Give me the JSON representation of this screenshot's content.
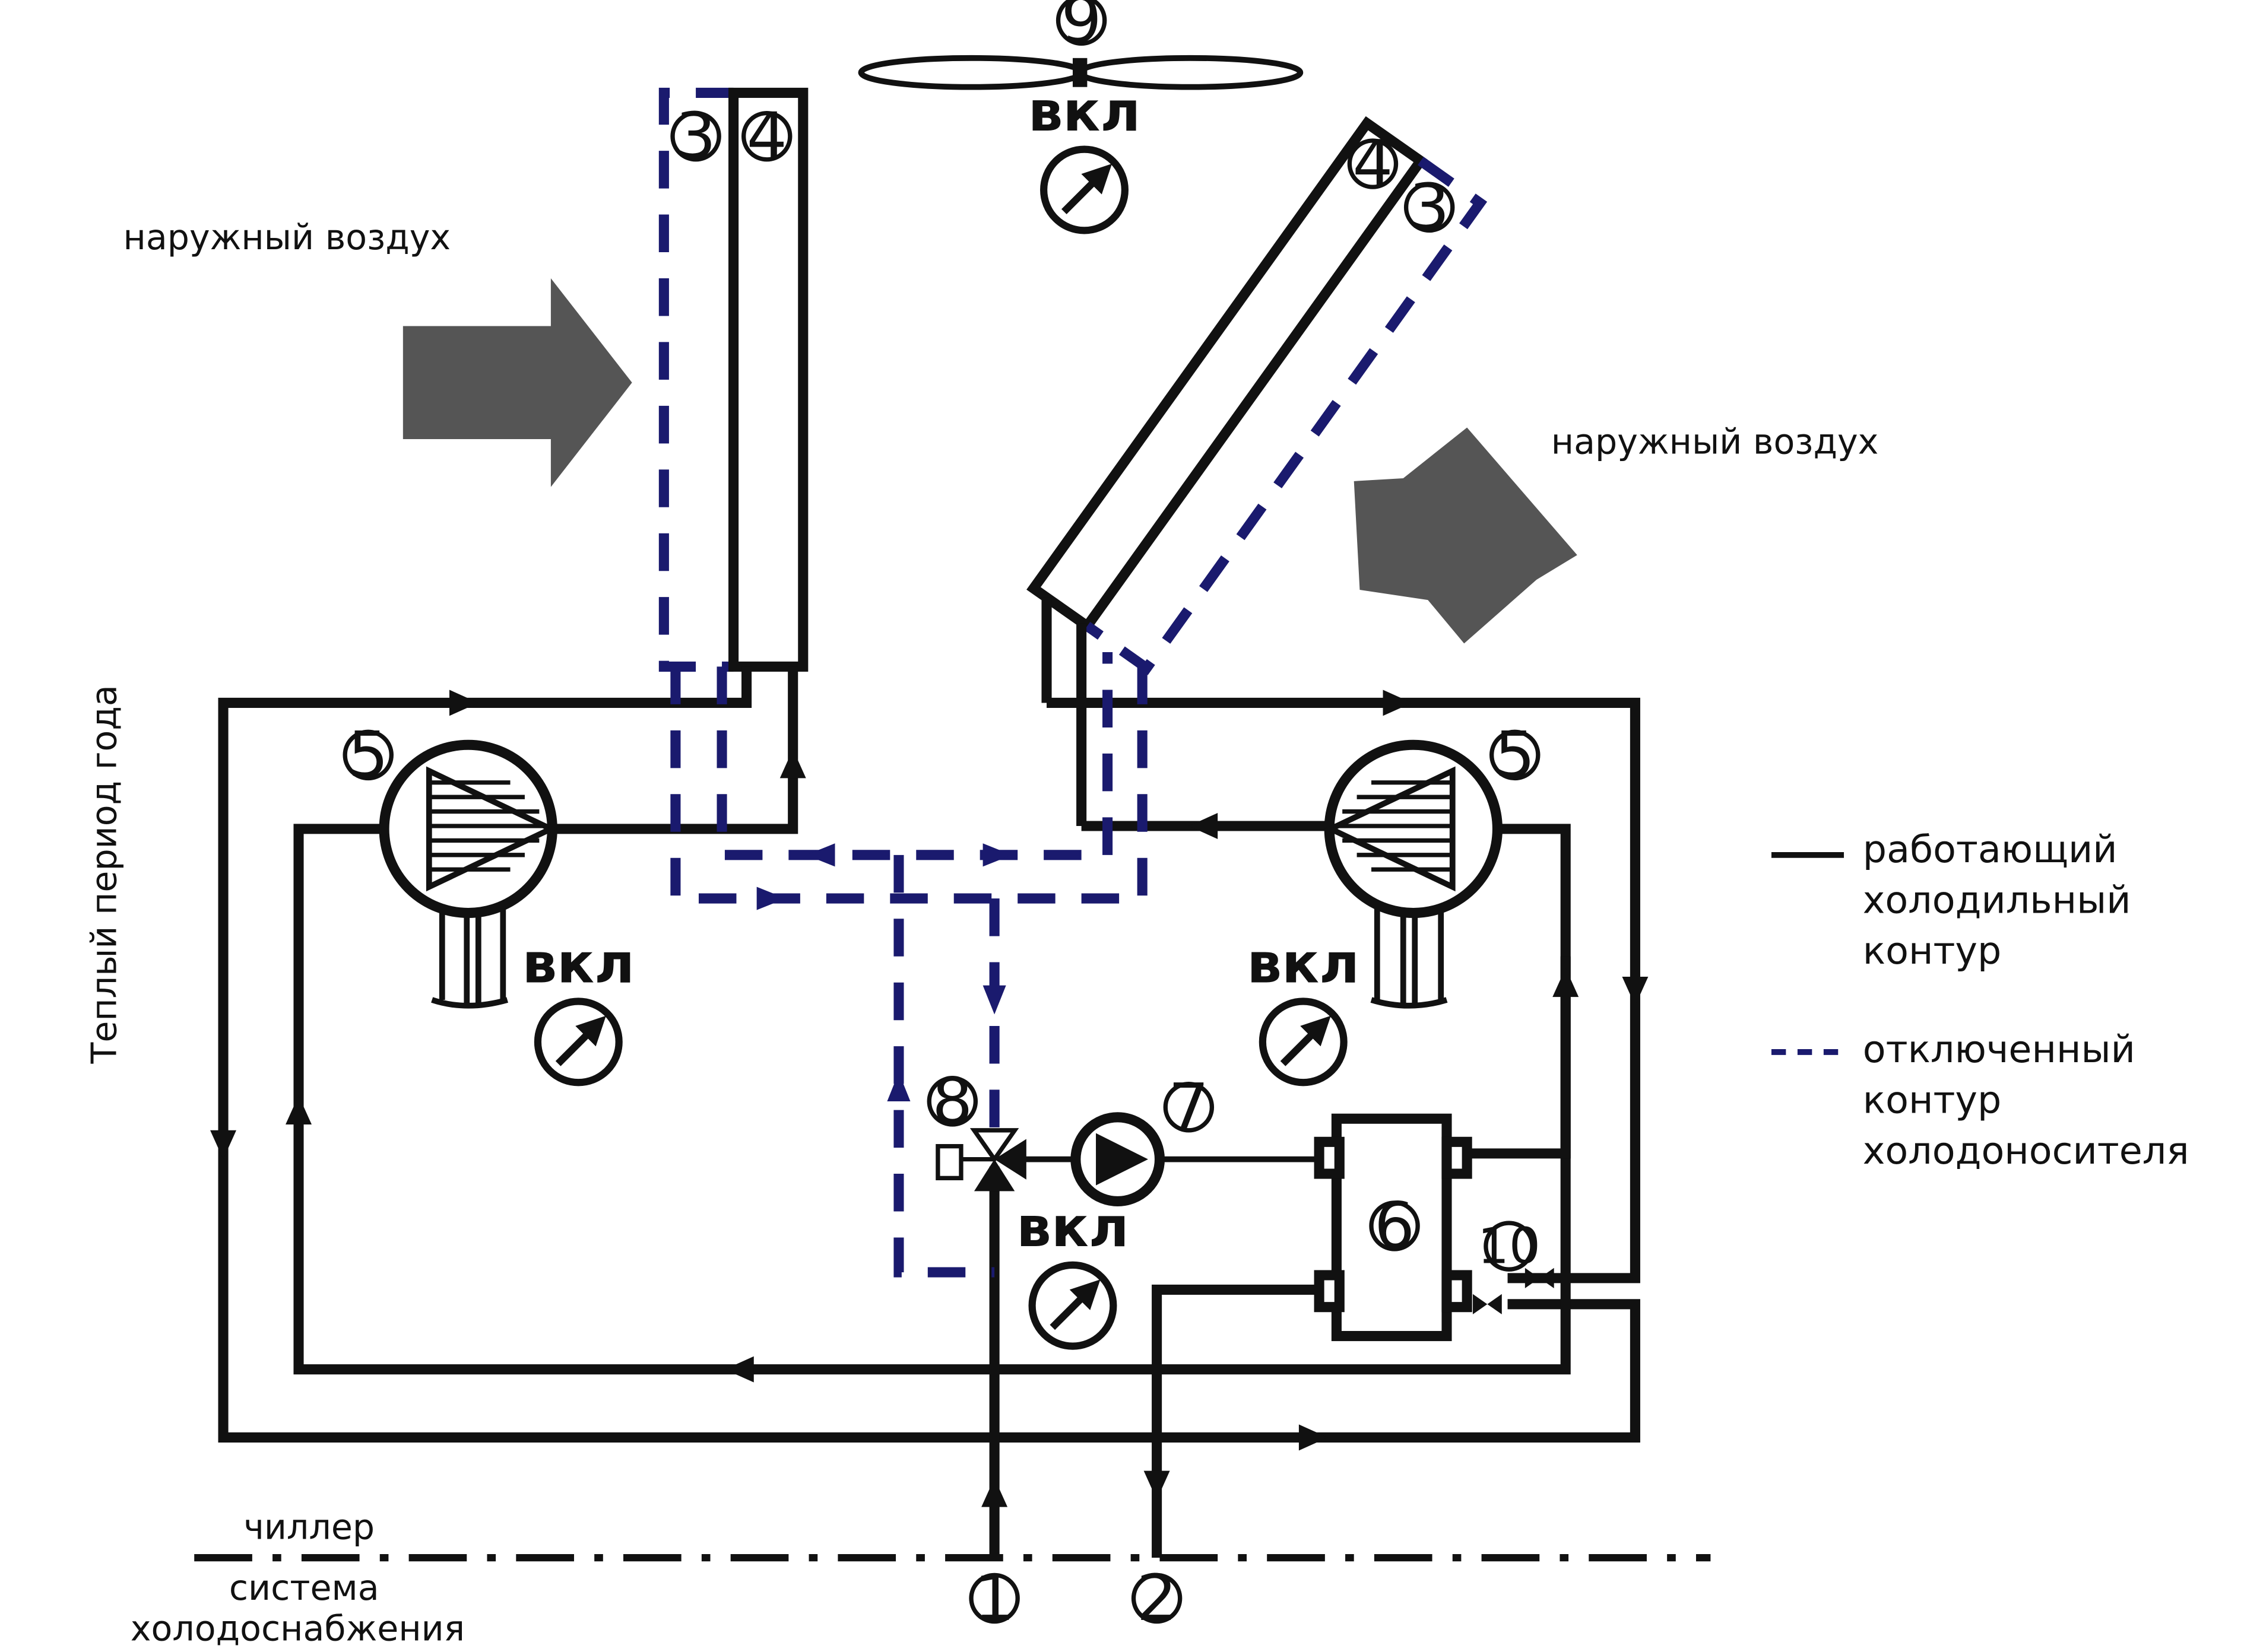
{
  "colors": {
    "line": "#111111",
    "dashed": "#1a1a6e",
    "air_arrow": "#555555",
    "background": "#ffffff"
  },
  "labels": {
    "outdoor_air_left": "наружный воздух",
    "outdoor_air_right": "наружный воздух",
    "warm_period": "Теплый период года",
    "chiller": "чиллер",
    "supply_system_line1": "система",
    "supply_system_line2": "холодоснабжения",
    "on": "вкл"
  },
  "legend": {
    "solid": [
      "работающий",
      "холодильный",
      "контур"
    ],
    "dashed": [
      "отключенный",
      "контур",
      "холодоносителя"
    ]
  },
  "markers": {
    "m1": "1",
    "m2": "2",
    "m3": "3",
    "m4": "4",
    "m5": "5",
    "m6": "6",
    "m7": "7",
    "m8": "8",
    "m9": "9",
    "m10": "10"
  },
  "icons": {
    "fan": "fan-icon",
    "gauge": "gauge-icon",
    "pump": "pump-icon",
    "compressor": "compressor-icon",
    "valve": "three-way-valve-icon",
    "air_arrow": "air-arrow-icon"
  }
}
